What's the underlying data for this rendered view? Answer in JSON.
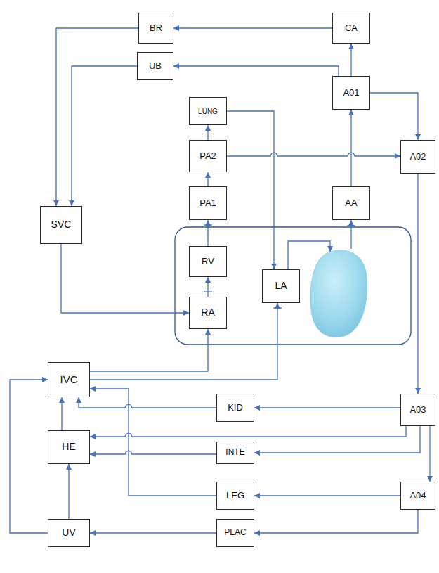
{
  "diagram": {
    "nodes": [
      {
        "text": [
          "BR"
        ]
      },
      {
        "text": [
          "CA"
        ]
      },
      {
        "text": [
          "UB"
        ]
      },
      {
        "text": [
          "A01"
        ]
      },
      {
        "text": [
          "LUNG"
        ]
      },
      {
        "text": [
          "PA2"
        ]
      },
      {
        "text": [
          "A02"
        ]
      },
      {
        "text": [
          "PA1"
        ]
      },
      {
        "text": [
          "AA"
        ]
      },
      {
        "text": [
          "SVC"
        ]
      },
      {
        "text": [
          "RV"
        ]
      },
      {
        "text": [
          "LA"
        ]
      },
      {
        "text": [
          "RA"
        ]
      },
      {
        "text": [
          "IVC"
        ]
      },
      {
        "text": [
          "KID"
        ]
      },
      {
        "text": [
          "A03"
        ]
      },
      {
        "text": [
          "HE"
        ]
      },
      {
        "text": [
          "INTE"
        ]
      },
      {
        "text": [
          "LEG"
        ]
      },
      {
        "text": [
          "A04"
        ]
      },
      {
        "text": [
          "UV"
        ]
      },
      {
        "text": [
          "PLAC"
        ]
      }
    ],
    "edges": [
      {
        "from": 1,
        "to": 0,
        "arrow": "to"
      },
      {
        "from": 0,
        "to": 9,
        "arrow": "to"
      },
      {
        "from": 2,
        "to": 9,
        "arrow": "to"
      },
      {
        "from": 3,
        "to": 2,
        "arrow": "to"
      },
      {
        "from": 3,
        "to": 1,
        "arrow": "to"
      },
      {
        "from": 3,
        "to": 6,
        "arrow": "to"
      },
      {
        "from": 8,
        "to": 3,
        "arrow": "to"
      },
      {
        "from": 5,
        "to": 4,
        "arrow": "to"
      },
      {
        "from": 5,
        "to": 6,
        "arrow": "to"
      },
      {
        "from": 4,
        "to": 11,
        "arrow": "to"
      },
      {
        "from": 7,
        "to": 5,
        "arrow": "to"
      },
      {
        "from": 9,
        "to": 12,
        "arrow": "to"
      },
      {
        "from": 10,
        "to": 7,
        "arrow": "to"
      },
      {
        "from": 12,
        "to": 10,
        "arrow": "to"
      },
      {
        "from": 13,
        "to": 12,
        "arrow": "to"
      },
      {
        "from": 13,
        "to": 11,
        "arrow": "to"
      },
      {
        "from": 6,
        "to": 15,
        "arrow": "to"
      },
      {
        "from": 15,
        "to": 14,
        "arrow": "to"
      },
      {
        "from": 14,
        "to": 13,
        "arrow": "to"
      },
      {
        "from": 15,
        "to": 16,
        "arrow": "to"
      },
      {
        "from": 15,
        "to": 17,
        "arrow": "to"
      },
      {
        "from": 17,
        "to": 16,
        "arrow": "to"
      },
      {
        "from": 15,
        "to": 19,
        "arrow": "to"
      },
      {
        "from": 19,
        "to": 18,
        "arrow": "to"
      },
      {
        "from": 18,
        "to": 13,
        "arrow": "to"
      },
      {
        "from": 19,
        "to": 21,
        "arrow": "to"
      },
      {
        "from": 21,
        "to": 20,
        "arrow": "to"
      },
      {
        "from": 20,
        "to": 16,
        "arrow": "to"
      },
      {
        "from": 20,
        "to": 13,
        "arrow": "to"
      },
      {
        "from": 16,
        "to": 13,
        "arrow": "to"
      }
    ]
  }
}
